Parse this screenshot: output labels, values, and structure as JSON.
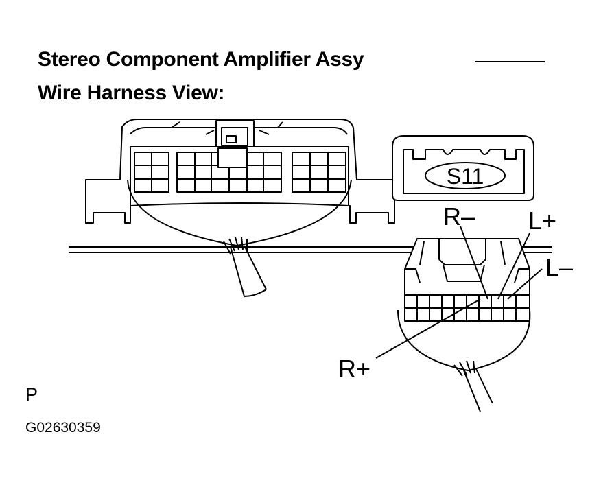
{
  "title": {
    "line1": "Stereo Component Amplifier Assy",
    "line2": "Wire Harness View:"
  },
  "connector": {
    "code": "S11",
    "pins": {
      "r_minus": "R–",
      "l_plus": "L+",
      "l_minus": "L–",
      "r_plus": "R+"
    }
  },
  "footer": {
    "mark": "P",
    "figure_id": "G02630359"
  },
  "colors": {
    "ink": "#000000",
    "paper": "#ffffff"
  }
}
